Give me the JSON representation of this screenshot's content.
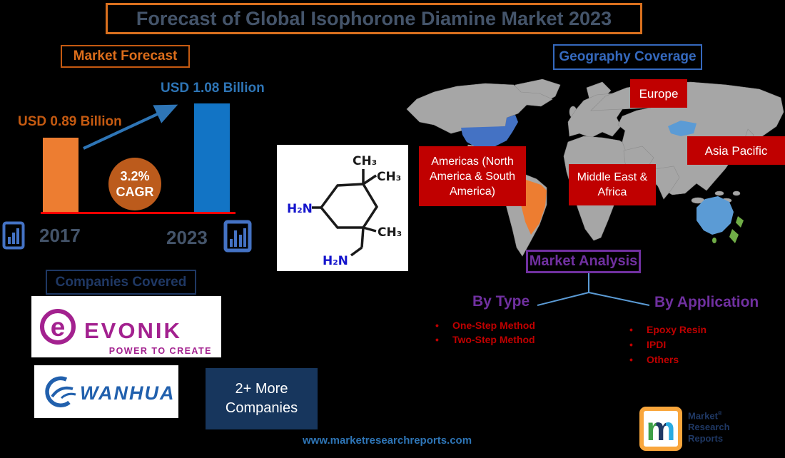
{
  "title": "Forecast of Global Isophorone Diamine Market 2023",
  "market_forecast": {
    "label": "Market Forecast",
    "value_2017": "USD 0.89 Billion",
    "value_2023": "USD 1.08 Billion",
    "year_start": "2017",
    "year_end": "2023",
    "cagr_value": "3.2%",
    "cagr_label": "CAGR"
  },
  "chart_data": {
    "type": "bar",
    "categories": [
      "2017",
      "2023"
    ],
    "values": [
      0.89,
      1.08
    ],
    "unit": "USD Billion",
    "value_labels": [
      "USD 0.89 Billion",
      "USD 1.08 Billion"
    ],
    "annotation": "3.2% CAGR",
    "series_colors": [
      "#ED7D31",
      "#1274C5"
    ]
  },
  "geography": {
    "label": "Geography Coverage",
    "regions": {
      "europe": "Europe",
      "asia_pacific": "Asia Pacific",
      "americas": "Americas (North America & South America)",
      "mea": "Middle East & Africa"
    }
  },
  "market_analysis": {
    "label": "Market Analysis",
    "by_type": {
      "label": "By Type",
      "items": [
        "One-Step Method",
        "Two-Step Method"
      ]
    },
    "by_application": {
      "label": "By Application",
      "items": [
        "Epoxy Resin",
        "IPDI",
        "Others"
      ]
    }
  },
  "companies": {
    "label": "Companies Covered",
    "evonik_mark": "e",
    "evonik_name": "EVONIK",
    "evonik_tagline": "POWER TO CREATE",
    "wanhua_name": "WANHUA",
    "more_line1": "2+ More",
    "more_line2": "Companies"
  },
  "molecule": {
    "amine_left": "H₂N",
    "amine_bottom": "H₂N",
    "methyl_top": "CH₃",
    "methyl_upper_right": "CH₃",
    "methyl_lower_right": "CH₃"
  },
  "footer": {
    "website": "www.marketresearchreports.com",
    "logo_letter": "m",
    "logo_line1": "Market",
    "logo_mark": "®",
    "logo_line2": "Research",
    "logo_line3": "Reports"
  },
  "colors": {
    "background": "#000000",
    "orange_bar": "#ED7D31",
    "orange_dark": "#C55A11",
    "blue_bar": "#1274C5",
    "blue_text": "#2E75B6",
    "navy": "#1F3864",
    "red_label": "#C00000",
    "red_line": "#FF0000",
    "purple": "#7030A0",
    "map_gray": "#A6A6A6",
    "map_blue_us": "#4472C4",
    "map_blue_apac": "#5B9BD5",
    "map_green": "#70AD47",
    "evonik_purple": "#A3218F",
    "wanhua_blue": "#2160AD"
  }
}
